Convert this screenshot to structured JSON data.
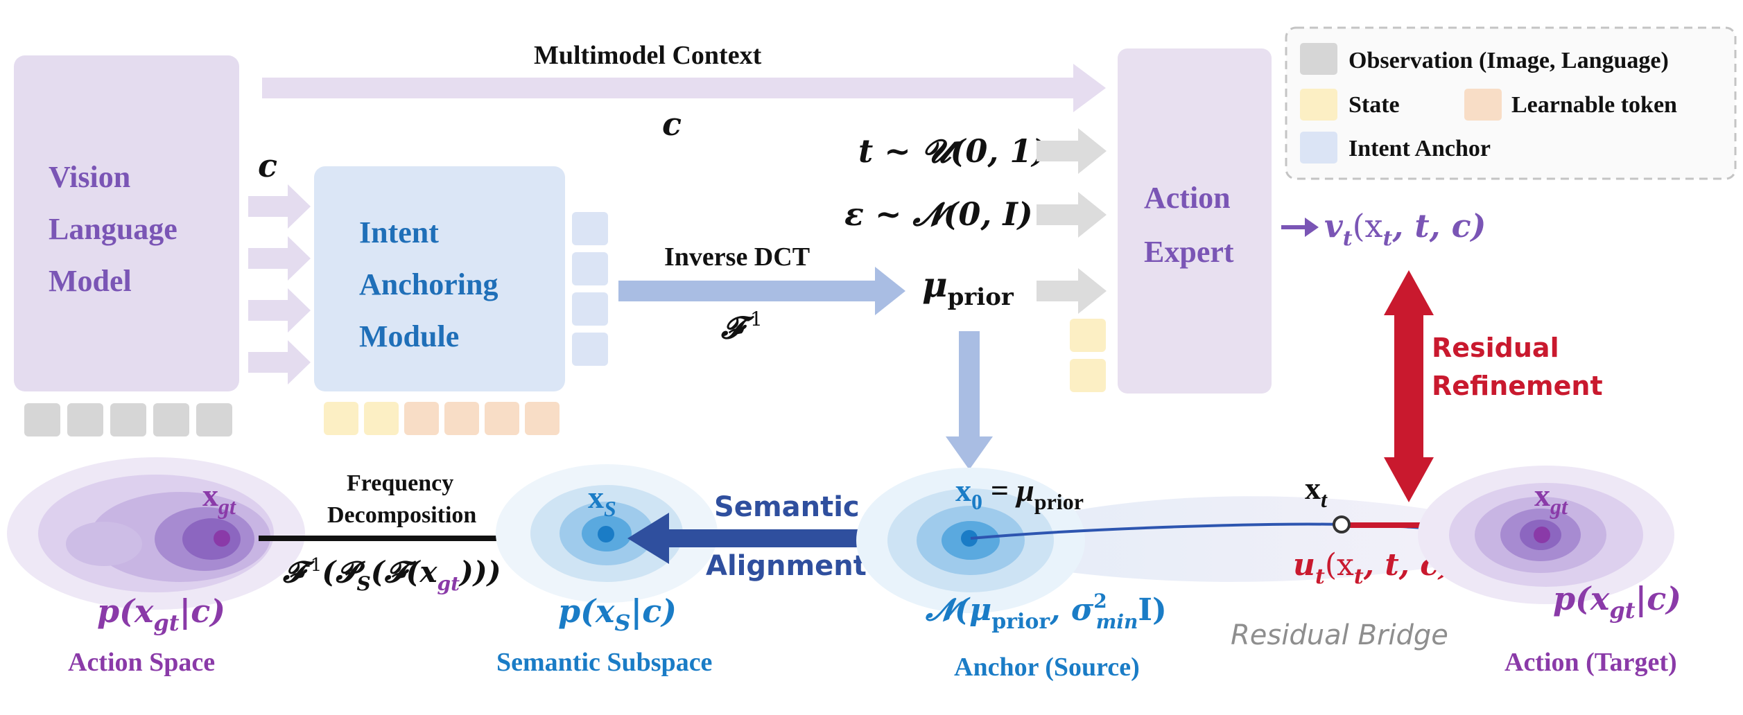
{
  "colors": {
    "vlm_box": "#e4dcef",
    "vlm_text": "#7a55b5",
    "iam_box": "#dbe6f6",
    "iam_text": "#1f6fb8",
    "action_box": "#e8e0f0",
    "action_text": "#7a55b5",
    "context_arrow": "#e6ddf0",
    "input_arrow": "#dcdcdc",
    "inverse_dct_arrow": "#a9bde3",
    "observation_token": "#d6d6d6",
    "state_token": "#fcefc4",
    "learnable_token": "#f8ddc6",
    "anchor_token": "#dbe4f5",
    "semantic_alignment": "#2f4f9e",
    "residual": "#c9192e",
    "bridge_line": "#2d55b0",
    "target_purple": "#8a3aa8",
    "subspace_blue": "#1a7cc6",
    "residual_bridge_text": "#8e8e8e"
  },
  "modules": {
    "vlm": {
      "line1": "Vision",
      "line2": "Language",
      "line3": "Model"
    },
    "iam": {
      "line1": "Intent",
      "line2": "Anchoring",
      "line3": "Module"
    },
    "action_expert": {
      "line1": "Action",
      "line2": "Expert"
    }
  },
  "labels": {
    "multimodal_context": "Multimodel Context",
    "c_vlm": "c",
    "c_iam": "c",
    "t_eq": "t ~ 𝓤(0, 1)",
    "eps_eq": "ε ~ 𝓝(0, I)",
    "mu_prior": "μ",
    "mu_prior_sub": "prior",
    "inverse_dct": "Inverse DCT",
    "f_inv": "𝓕",
    "f_inv_sup": "-1",
    "velocity": "v",
    "velocity_sub": "t",
    "velocity_args": "(x",
    "velocity_args_sub": "t",
    "velocity_args_end": ", t, c)",
    "residual_refinement_1": "Residual",
    "residual_refinement_2": "Refinement",
    "frequency_decomposition_1": "Frequency",
    "frequency_decomposition_2": "Decomposition",
    "decomp_formula_a": "𝓕",
    "decomp_formula_sup": "-1",
    "decomp_formula_b": "(𝓟",
    "decomp_formula_b_sub": "S",
    "decomp_formula_c": "(𝓕(x",
    "decomp_formula_c_sub": "gt",
    "decomp_formula_d": ")))",
    "semantic_alignment_1": "Semantic",
    "semantic_alignment_2": "Alignment",
    "residual_bridge": "Residual Bridge",
    "x_gt_left": "x",
    "x_gt_left_sub": "gt",
    "x_s": "x",
    "x_s_sub": "S",
    "x0_eq": "x",
    "x0_eq_sub": "0",
    "x0_eq_rhs": " = μ",
    "x0_eq_rhs_sub": "prior",
    "x_t": "x",
    "x_t_sub": "t",
    "x_gt_right": "x",
    "x_gt_right_sub": "gt",
    "u_t": "u",
    "u_t_sub": "t",
    "u_t_args": "(x",
    "u_t_args_sub": "t",
    "u_t_args_end": ", t, c)",
    "p_gt_left": "p(x",
    "p_gt_left_sub": "gt",
    "p_gt_left_end": "|c)",
    "p_s": "p(x",
    "p_s_sub": "S",
    "p_s_end": "|c)",
    "n_anchor": "𝓝(μ",
    "n_anchor_sub": "prior",
    "n_anchor_mid": ", σ",
    "n_anchor_sup": "2",
    "n_anchor_sub2": "min",
    "n_anchor_end": "I)",
    "p_gt_right": "p(x",
    "p_gt_right_sub": "gt",
    "p_gt_right_end": "|c)",
    "action_space": "Action Space",
    "semantic_subspace": "Semantic Subspace",
    "anchor_source": "Anchor (Source)",
    "action_target": "Action (Target)"
  },
  "legend": {
    "observation": "Observation (Image, Language)",
    "state": "State",
    "learnable_token": "Learnable token",
    "intent_anchor": "Intent Anchor"
  }
}
